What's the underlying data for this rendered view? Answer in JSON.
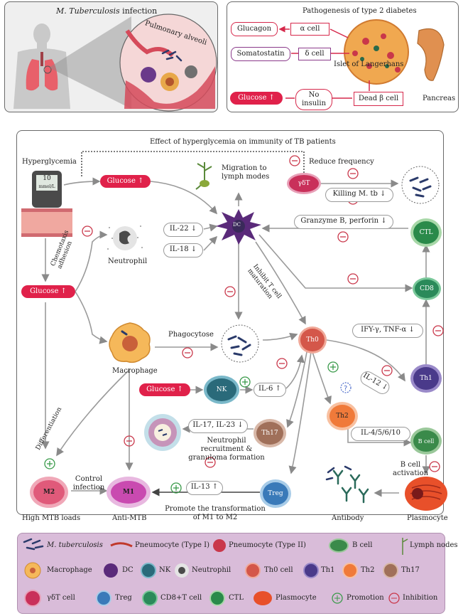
{
  "top_left": {
    "title": "M. Tuberculosis",
    "title_suffix": " infection",
    "alveoli_label": "Pulmonary alveoli"
  },
  "top_right": {
    "title": "Pathogenesis of type 2 diabetes",
    "glucagon": "Glucagon",
    "alpha_cell": "α cell",
    "somatostatin": "Somatostatin",
    "delta_cell": "δ cell",
    "islet": "Islet of Langerhans",
    "glucose": "Glucose",
    "no_insulin": "No insulin",
    "dead_beta": "Dead β cell",
    "pancreas": "Pancreas"
  },
  "main": {
    "title": "Effect of hyperglycemia on immunity of TB patients",
    "hyperglycemia": "Hyperglycemia",
    "meter_value": "10",
    "meter_unit": "mmol/L",
    "glucose_top": "Glucose",
    "glucose_left": "Glucose",
    "glucose_nk": "Glucose",
    "migration": "Migration to lymph modes",
    "reduce_frequency": "Reduce frequency",
    "killing": "Killing M. tb",
    "granzyme": "Granzyme B, perforin",
    "il22": "IL-22",
    "il18": "IL-18",
    "neutrophil": "Neutrophil",
    "chemotaxis": "Chemotaxis adhesion",
    "inhibit_t": "Inhibit T cell maturation",
    "macrophage": "Macrophage",
    "phagocytose": "Phagocytose",
    "ify": "IFY-γ, TNF-α",
    "il12": "IL-12",
    "il6": "IL-6",
    "il17": "IL-17, IL-23",
    "neutrophil_recruit": "Neutrophil recruitment & granuloma formation",
    "il4": "IL-4/5/6/10",
    "b_cell_activation": "B cell activation",
    "differentiation": "Differentiation",
    "control_infection": "Control infection",
    "il13": "IL-13",
    "promote": "Promote the transformation of M1 to M2",
    "high_mtb": "High MTB loads",
    "anti_mtb": "Anti-MTB",
    "antibody": "Antibody",
    "plasmocyte": "Plasmocyte",
    "cells": {
      "gdt": "γδT",
      "dc": "DC",
      "ctl": "CTL",
      "cd8": "CD8",
      "th0": "Th0",
      "th1": "Th1",
      "th2": "Th2",
      "th17": "Th17",
      "nk": "NK",
      "b": "B cell",
      "treg": "Treg",
      "m1": "M1",
      "m2": "M2"
    }
  },
  "legend": {
    "mtb": "M. tuberculosis",
    "pneumo1": "Pneumocyte (Type I)",
    "pneumo2": "Pneumocyte (Type II)",
    "bcell": "B cell",
    "lymph": "Lymph nodes",
    "macrophage": "Macrophage",
    "dc": "DC",
    "nk": "NK",
    "neutrophil": "Neutrophil",
    "th0": "Th0 cell",
    "th1": "Th1",
    "th2": "Th2",
    "th17": "Th17",
    "gdt": "γδT cell",
    "treg": "Treg",
    "cd8": "CD8+T cell",
    "ctl": "CTL",
    "plasmocyte": "Plasmocyte",
    "promotion": "Promotion",
    "inhibition": "Inhibition"
  },
  "colors": {
    "red": "#e0214a",
    "legend_bg": "#d9bcd9",
    "ctl_green": "#4a9a5a",
    "th0": "#d4574a",
    "th1": "#5a4a9c",
    "th2": "#f07a3a",
    "th17": "#a0705a",
    "treg": "#4a8fc9",
    "m1": "#c94ab0",
    "m2": "#e05a7a"
  }
}
